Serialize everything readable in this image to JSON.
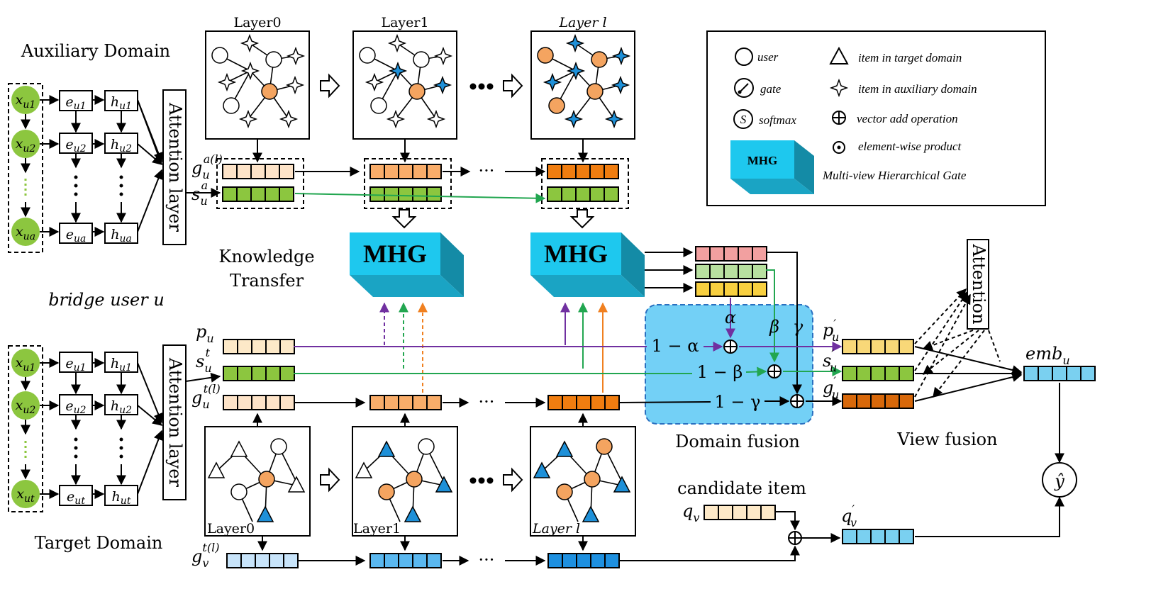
{
  "labels": {
    "auxiliary_domain": "Auxiliary Domain",
    "target_domain": "Target Domain",
    "bridge_user": "bridge user u",
    "knowledge_transfer_1": "Knowledge",
    "knowledge_transfer_2": "Transfer",
    "domain_fusion": "Domain fusion",
    "view_fusion": "View fusion",
    "candidate_item": "candidate item",
    "attention_layer": "Attention layer",
    "attention": "Attention",
    "mhg": "MHG",
    "ellipsis": "•••",
    "dots": "···"
  },
  "layers": {
    "layer0": "Layer0",
    "layer1": "Layer1",
    "layerl": "Layer l"
  },
  "aux_nodes": [
    "x_u1",
    "x_u2",
    "x_ua"
  ],
  "target_nodes": [
    "x_u1",
    "x_u2",
    "x_ut"
  ],
  "aux_emb": [
    "e_u1",
    "e_u2",
    "e_ua"
  ],
  "aux_hidden": [
    "h_u1",
    "h_u2",
    "h_ua"
  ],
  "target_emb": [
    "e_u1",
    "e_u2",
    "e_ut"
  ],
  "target_hidden": [
    "h_u1",
    "h_u2",
    "h_ut"
  ],
  "vectors": {
    "g_a": "g_u^{a(l)}",
    "s_a": "s_u^a",
    "p": "p_u",
    "s_t": "s_u^t",
    "g_t": "g_u^{t(l)}",
    "g_v": "g_v^{t(l)}",
    "q": "q_v",
    "p_prime": "p'_u",
    "s_prime": "s'_u",
    "g_prime": "g'_u",
    "q_prime": "q'_v",
    "emb": "emb_u",
    "y_hat": "ŷ"
  },
  "fusion_terms": {
    "alpha": "α",
    "beta": "β",
    "gamma": "γ",
    "one_minus_alpha": "1 − α",
    "one_minus_beta": "1 − β",
    "one_minus_gamma": "1 − γ"
  },
  "legend": {
    "user": "user",
    "gate": "gate",
    "softmax": "softmax",
    "softmax_symbol": "S",
    "item_target": "item in target domain",
    "item_aux": "item in auxiliary domain",
    "vector_add": "vector add operation",
    "element_product": "element-wise product",
    "mhg_name": "Multi-view Hierarchical Gate"
  },
  "colors": {
    "green_node": "#8cc63f",
    "orange_node": "#f4a460",
    "blue_item": "#1e90d8",
    "mhg_front": "#1ec8ee",
    "mhg_dark": "#148ba6",
    "purple": "#7030a0",
    "green_line": "#22a650",
    "orange_line": "#f08020",
    "fusion_bg": "#5bc8f5",
    "fusion_border": "#2a70c0"
  }
}
